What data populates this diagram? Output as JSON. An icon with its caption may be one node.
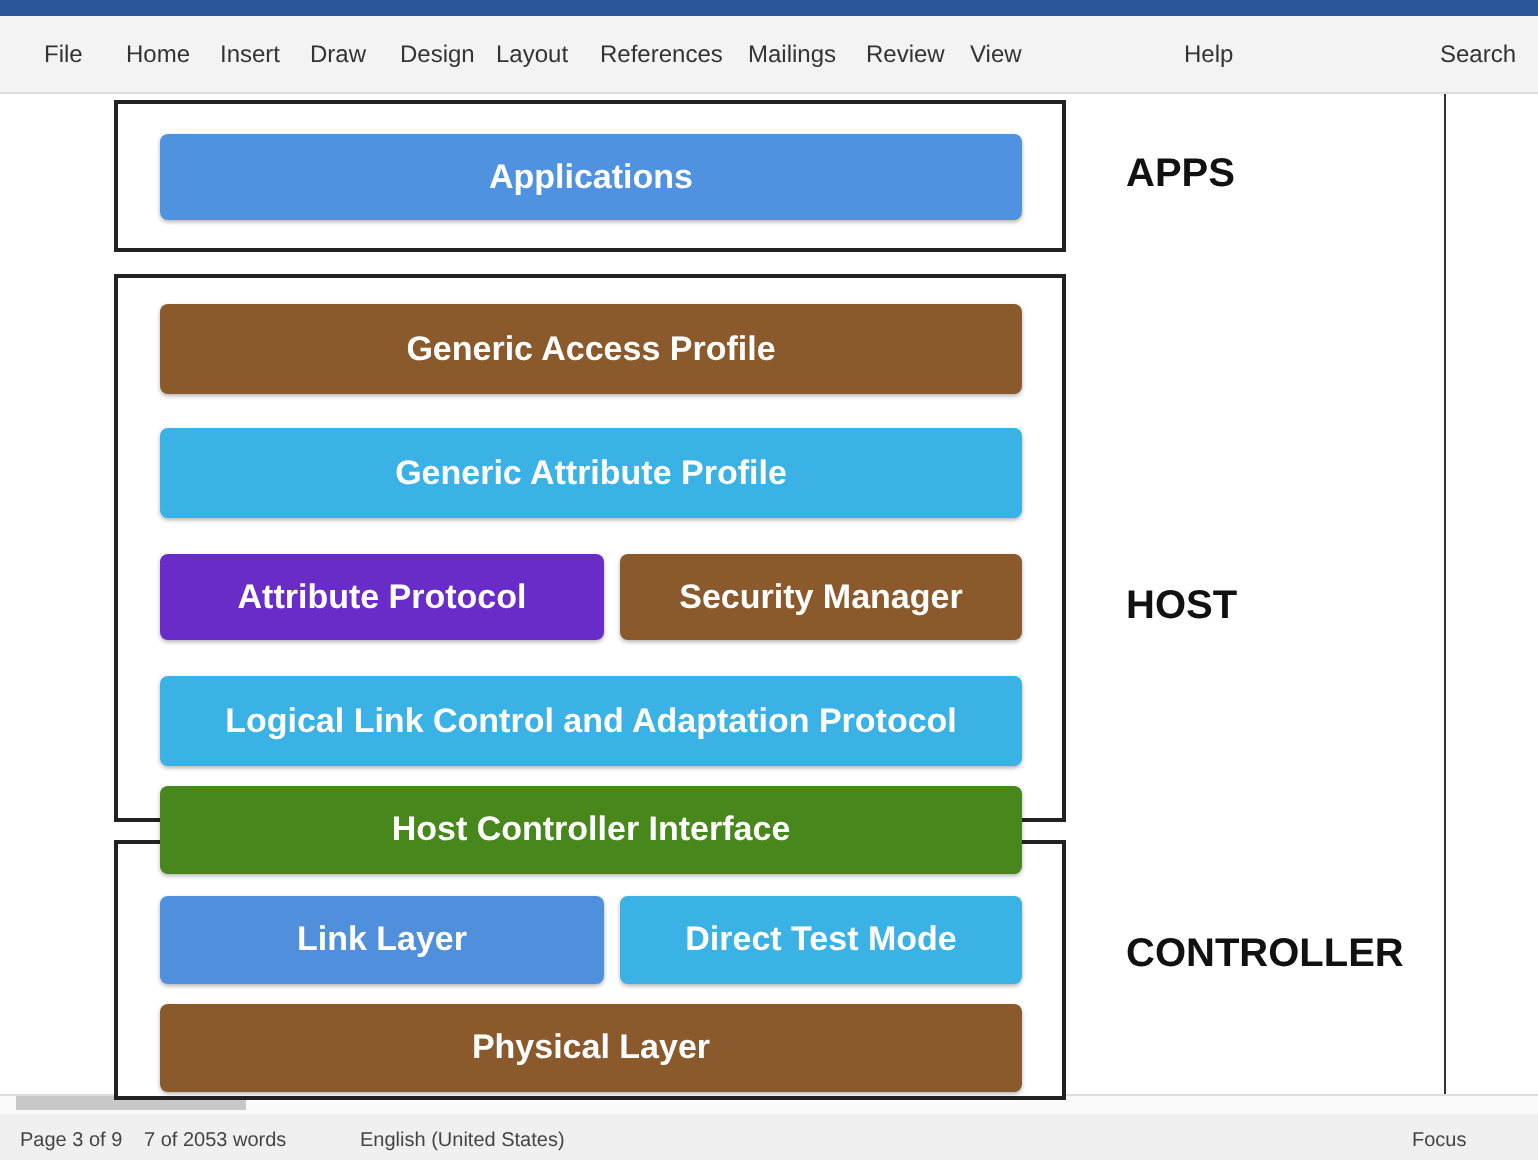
{
  "diagram": {
    "nodes": [
      {
        "text": [
          "APPS"
        ]
      },
      {
        "text": [
          "Applications"
        ],
        "in": 0
      },
      {
        "text": [
          "HOST"
        ]
      },
      {
        "text": [
          "Generic Access Profile"
        ],
        "in": 2
      },
      {
        "text": [
          "Generic Attribute Profile"
        ],
        "in": 2
      },
      {
        "text": [
          "Attribute Protocol"
        ],
        "in": 2
      },
      {
        "text": [
          "Security Manager"
        ],
        "in": 2
      },
      {
        "text": [
          "Logical Link Control and Adaptation Protocol"
        ],
        "in": 2
      },
      {
        "text": [
          "Host Controller Interface"
        ]
      },
      {
        "text": [
          "CONTROLLER"
        ]
      },
      {
        "text": [
          "Link Layer"
        ],
        "in": 9
      },
      {
        "text": [
          "Direct Test Mode"
        ],
        "in": 9
      },
      {
        "text": [
          "Physical Layer"
        ],
        "in": 9
      }
    ],
    "edges": [],
    "labels": [
      "File",
      "Home",
      "Insert",
      "Draw",
      "Design",
      "Layout",
      "References",
      "Mailings",
      "Review",
      "View",
      "Help",
      "Search",
      "Page 3 of 9",
      "7 of 2053 words",
      "English (United States)",
      "Focus"
    ]
  }
}
